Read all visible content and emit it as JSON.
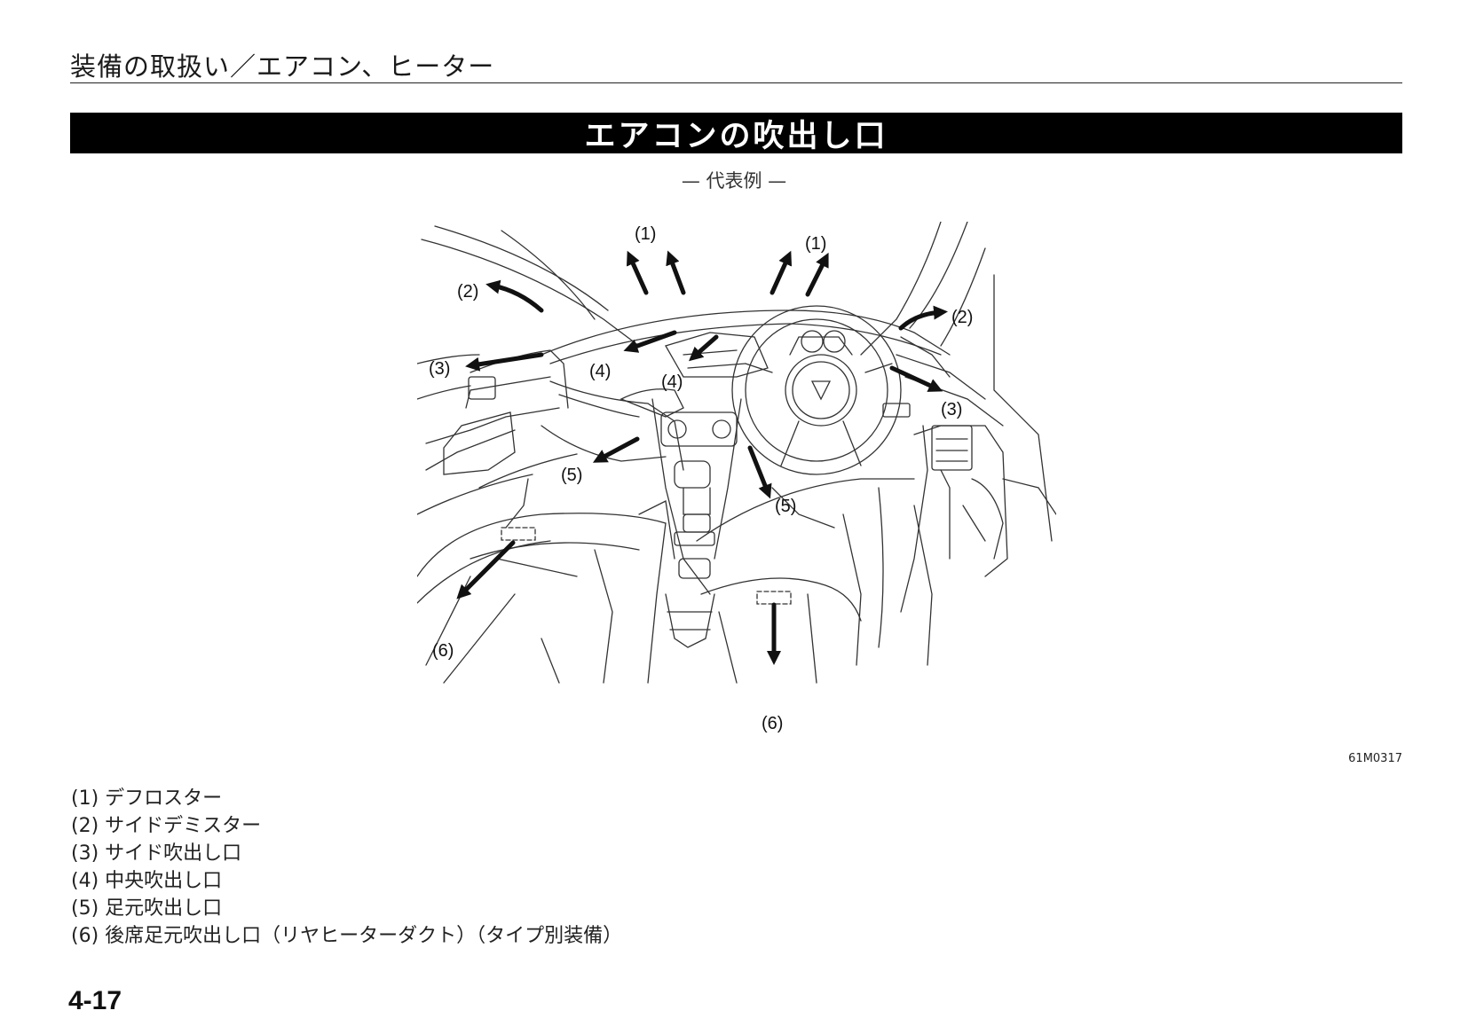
{
  "header": {
    "section": "装備の取扱い／エアコン、ヒーター"
  },
  "title": "エアコンの吹出し口",
  "subtitle": "— 代表例 —",
  "figure": {
    "callouts": {
      "c1a": "(1)",
      "c1b": "(1)",
      "c2a": "(2)",
      "c2b": "(2)",
      "c3a": "(3)",
      "c3b": "(3)",
      "c4a": "(4)",
      "c4b": "(4)",
      "c5a": "(5)",
      "c5b": "(5)",
      "c6a": "(6)",
      "c6b": "(6)"
    },
    "code": "61M0317"
  },
  "legend": [
    "(1) デフロスター",
    "(2) サイドデミスター",
    "(3) サイド吹出し口",
    "(4) 中央吹出し口",
    "(5) 足元吹出し口",
    "(6) 後席足元吹出し口（リヤヒーターダクト）（タイプ別装備）"
  ],
  "page_number": "4-17"
}
